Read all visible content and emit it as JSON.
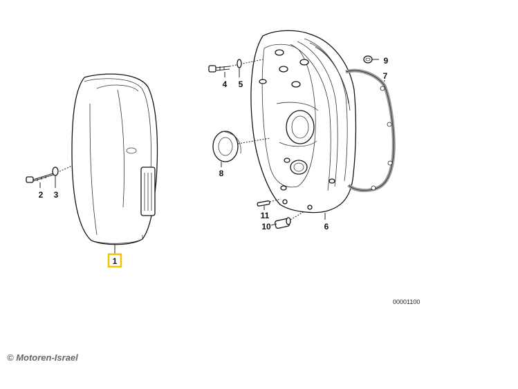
{
  "callouts": [
    {
      "id": "1",
      "highlighted": true
    },
    {
      "id": "2"
    },
    {
      "id": "3"
    },
    {
      "id": "4"
    },
    {
      "id": "5"
    },
    {
      "id": "6"
    },
    {
      "id": "7"
    },
    {
      "id": "8"
    },
    {
      "id": "9"
    },
    {
      "id": "10"
    },
    {
      "id": "11"
    }
  ],
  "labels": {
    "c1": "1",
    "c2": "2",
    "c3": "3",
    "c4": "4",
    "c5": "5",
    "c6": "6",
    "c7": "7",
    "c8": "8",
    "c9": "9",
    "c10": "10",
    "c11": "11"
  },
  "diagram_code": "00001100",
  "copyright": "© Motoren-Israel",
  "colors": {
    "highlight": "#f2c200",
    "ink": "#111111",
    "gasket": "#9a9a9a"
  }
}
